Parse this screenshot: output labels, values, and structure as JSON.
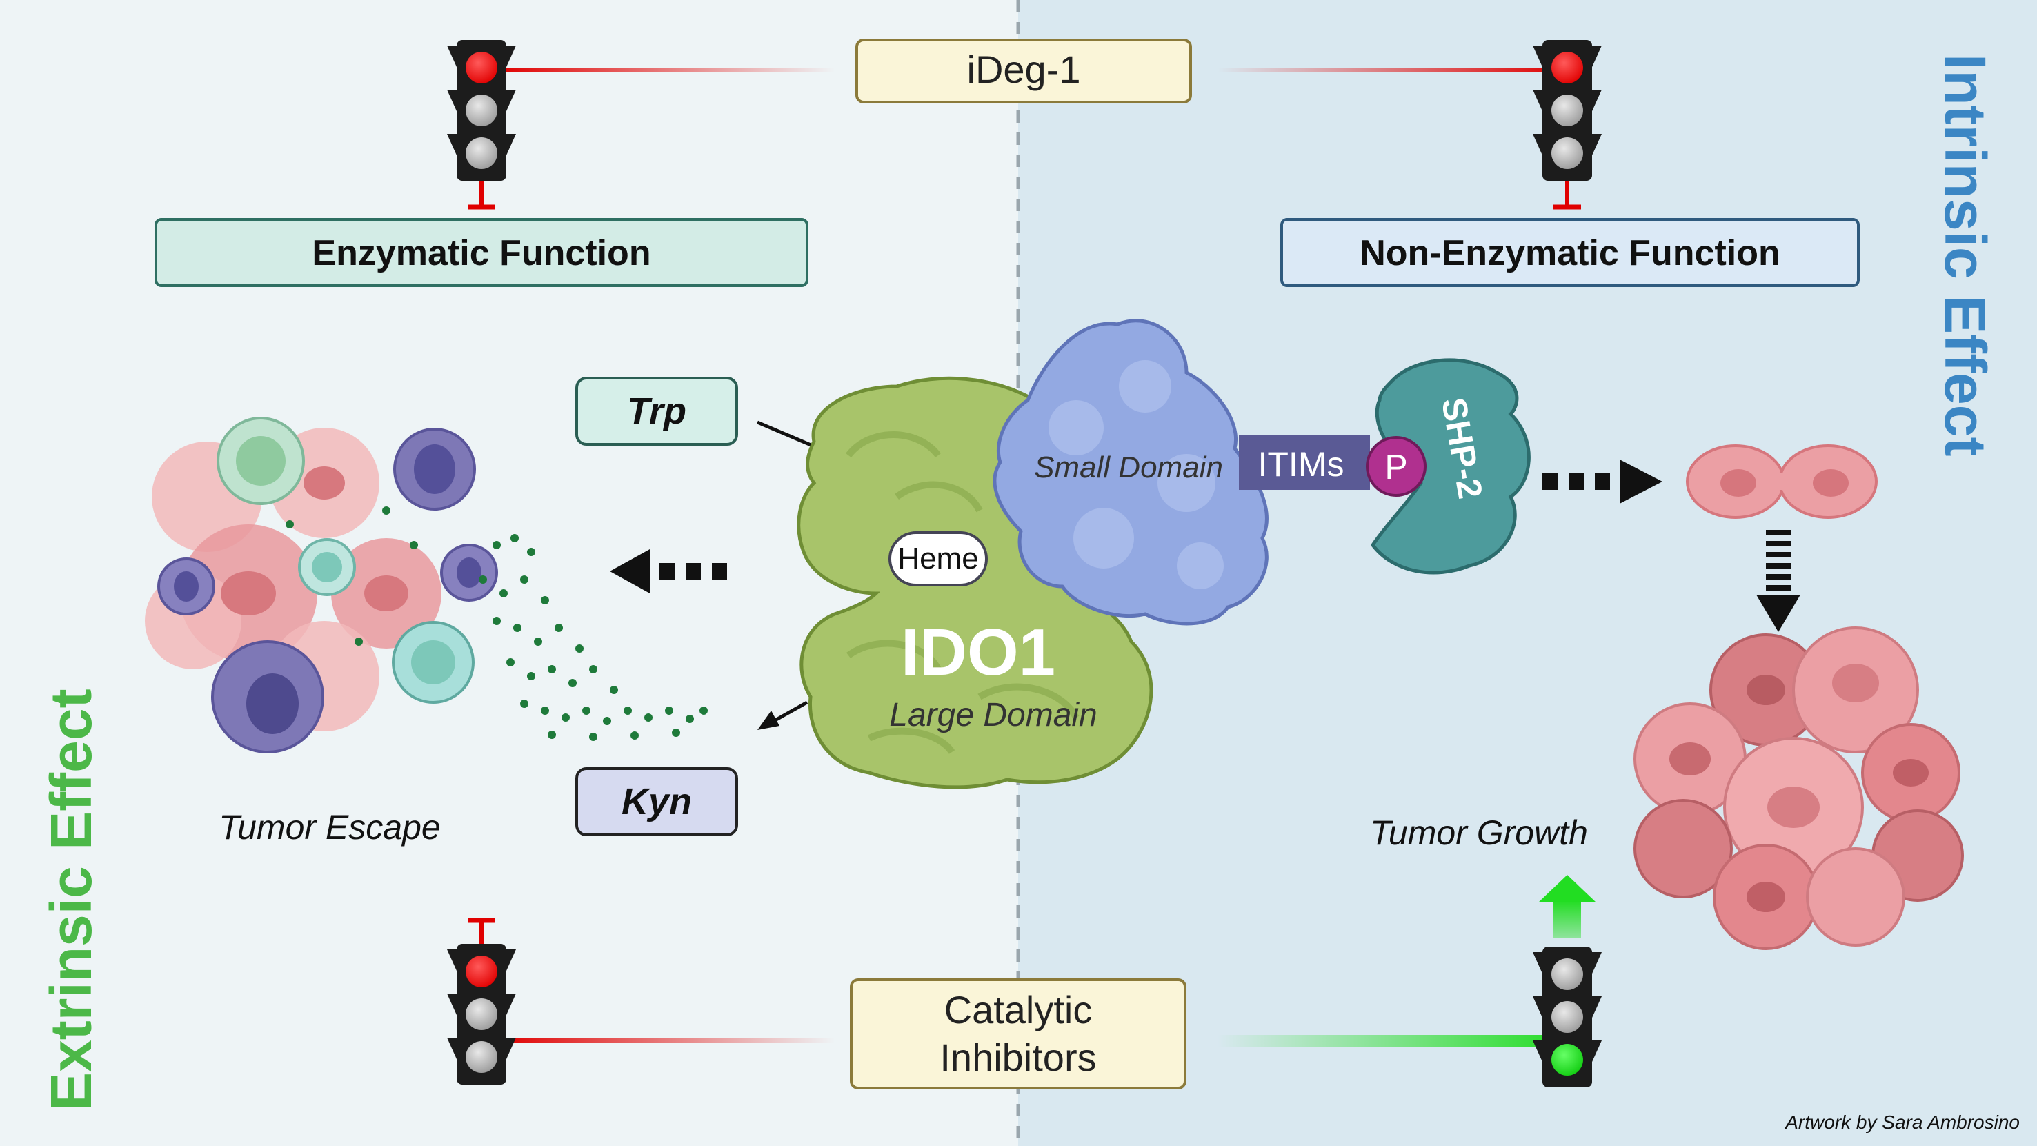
{
  "top_label": "iDeg-1",
  "bottom_label_line1": "Catalytic",
  "bottom_label_line2": "Inhibitors",
  "left_function": "Enzymatic Function",
  "right_function": "Non-Enzymatic Function",
  "left_effect": "Extrinsic Effect",
  "right_effect": "Intrinsic Effect",
  "trp": "Trp",
  "kyn": "Kyn",
  "heme": "Heme",
  "ido1": "IDO1",
  "large_domain": "Large Domain",
  "small_domain": "Small Domain",
  "itims": "ITIMs",
  "phospho": "P",
  "shp2": "SHP-2",
  "tumor_escape": "Tumor Escape",
  "tumor_growth": "Tumor Growth",
  "credit": "Artwork by Sara Ambrosino",
  "colors": {
    "left_bg": "#eef4f6",
    "right_bg": "#d9e8f0",
    "extrinsic_green": "#4cb848",
    "intrinsic_blue": "#3b86c4",
    "red_light": "#ff1a1a",
    "green_light": "#22dd22",
    "ido1_green": "#a8c46a",
    "small_domain_blue": "#93a9e2",
    "itims_purple": "#5a5a95",
    "shp2_teal": "#4d9b9c",
    "phospho_magenta": "#b0308f",
    "tumor_pink": "#e89a9c"
  },
  "icons": [
    "traffic-light-icon",
    "inhibition-bar-icon",
    "dashed-arrow-icon",
    "up-arrow-icon",
    "down-arrow-icon"
  ]
}
